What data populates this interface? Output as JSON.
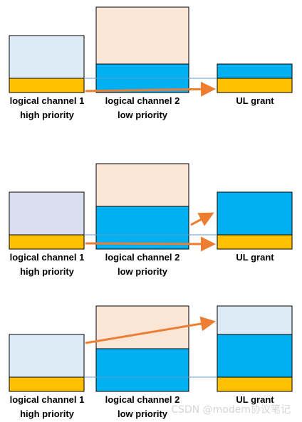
{
  "colors": {
    "yellow": "#ffc000",
    "blue": "#00b0f0",
    "peach": "#fbe5d6",
    "lightblue": "#ddebf7",
    "lavender": "#dadff0",
    "arrow": "#ed7d31",
    "line": "#5b9bd5",
    "border": "#000000"
  },
  "scenarios": [
    {
      "lc1": {
        "label_line1": "logical channel 1",
        "label_line2": "high priority"
      },
      "lc2": {
        "label_line1": "logical channel 2",
        "label_line2": "low priority"
      },
      "grant": {
        "label": "UL grant"
      }
    },
    {
      "lc1": {
        "label_line1": "logical channel 1",
        "label_line2": "high priority"
      },
      "lc2": {
        "label_line1": "logical channel 2",
        "label_line2": "low priority"
      },
      "grant": {
        "label": "UL grant"
      }
    },
    {
      "lc1": {
        "label_line1": "logical channel 1",
        "label_line2": "high priority"
      },
      "lc2": {
        "label_line1": "logical channel 2",
        "label_line2": "low priority"
      },
      "grant": {
        "label": "UL grant"
      }
    }
  ],
  "watermark": "CSDN @modem协议笔记"
}
